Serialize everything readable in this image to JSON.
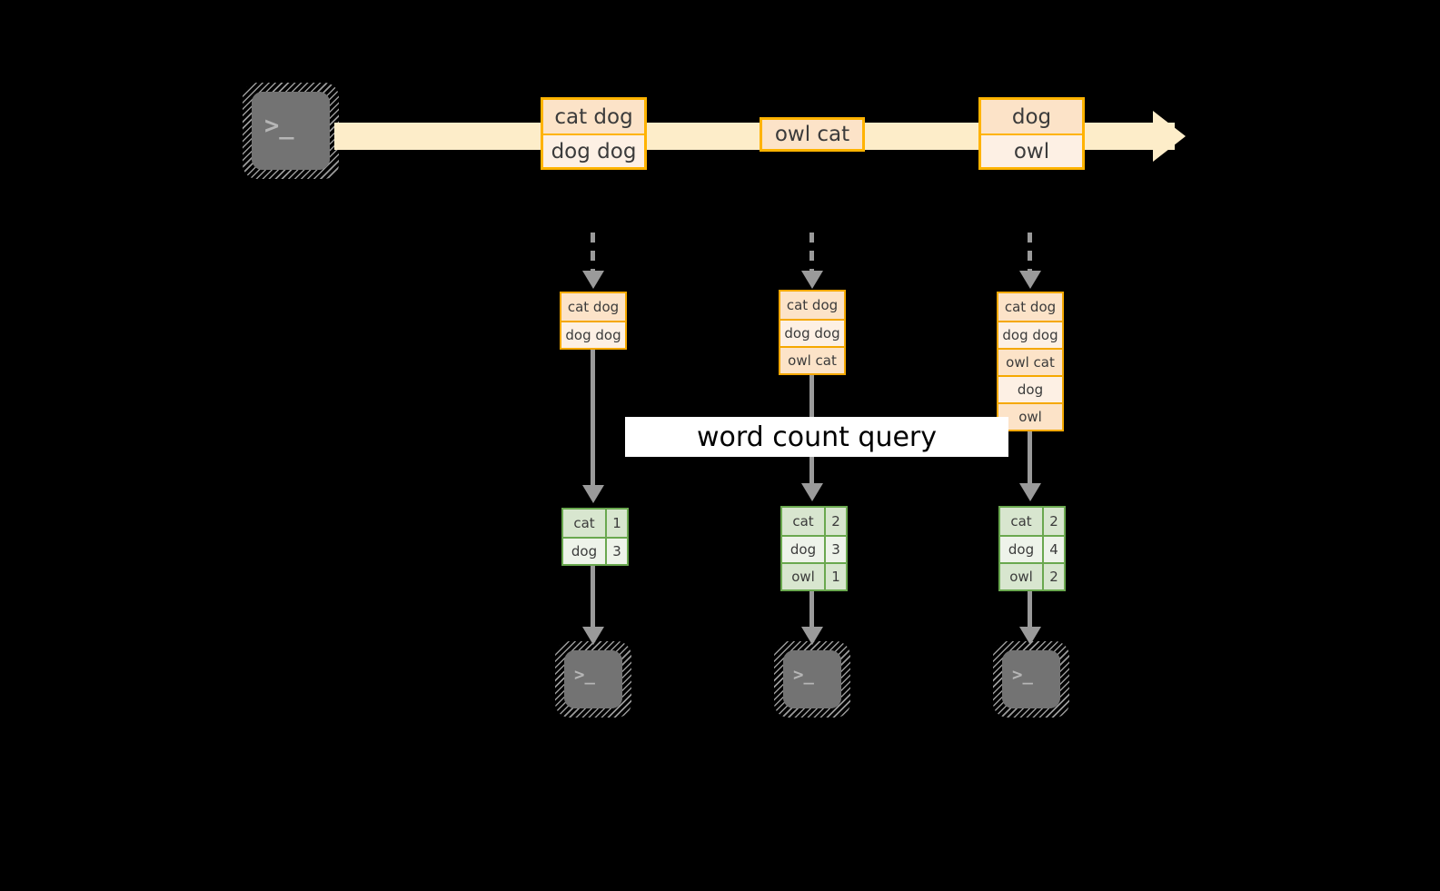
{
  "diagram": {
    "title_label": "word count query",
    "colors": {
      "stream": "#fdedc9",
      "message_border": "#ffb300",
      "message_fill_a": "#fce3c8",
      "message_fill_b": "#fdf0e4",
      "result_border": "#6aa84f",
      "result_fill_a": "#d8e6cf",
      "result_fill_b": "#eef3ea",
      "arrow": "#9a9a9a",
      "terminal": "#737373",
      "background": "#000000"
    },
    "source_terminal": {
      "icon": "terminal-prompt-icon",
      "glyph": ">_"
    },
    "stream_messages": [
      {
        "lines": [
          "cat dog",
          "dog dog"
        ]
      },
      {
        "lines": [
          "owl cat"
        ]
      },
      {
        "lines": [
          "dog",
          "owl"
        ]
      }
    ],
    "columns": [
      {
        "accumulated_messages": [
          "cat dog",
          "dog dog"
        ],
        "result_rows": [
          {
            "word": "cat",
            "count": "1"
          },
          {
            "word": "dog",
            "count": "3"
          }
        ],
        "sink_terminal": {
          "icon": "terminal-prompt-icon",
          "glyph": ">_"
        }
      },
      {
        "accumulated_messages": [
          "cat dog",
          "dog dog",
          "owl cat"
        ],
        "result_rows": [
          {
            "word": "cat",
            "count": "2"
          },
          {
            "word": "dog",
            "count": "3"
          },
          {
            "word": "owl",
            "count": "1"
          }
        ],
        "sink_terminal": {
          "icon": "terminal-prompt-icon",
          "glyph": ">_"
        }
      },
      {
        "accumulated_messages": [
          "cat dog",
          "dog dog",
          "owl cat",
          "dog",
          "owl"
        ],
        "result_rows": [
          {
            "word": "cat",
            "count": "2"
          },
          {
            "word": "dog",
            "count": "4"
          },
          {
            "word": "owl",
            "count": "2"
          }
        ],
        "sink_terminal": {
          "icon": "terminal-prompt-icon",
          "glyph": ">_"
        }
      }
    ]
  }
}
